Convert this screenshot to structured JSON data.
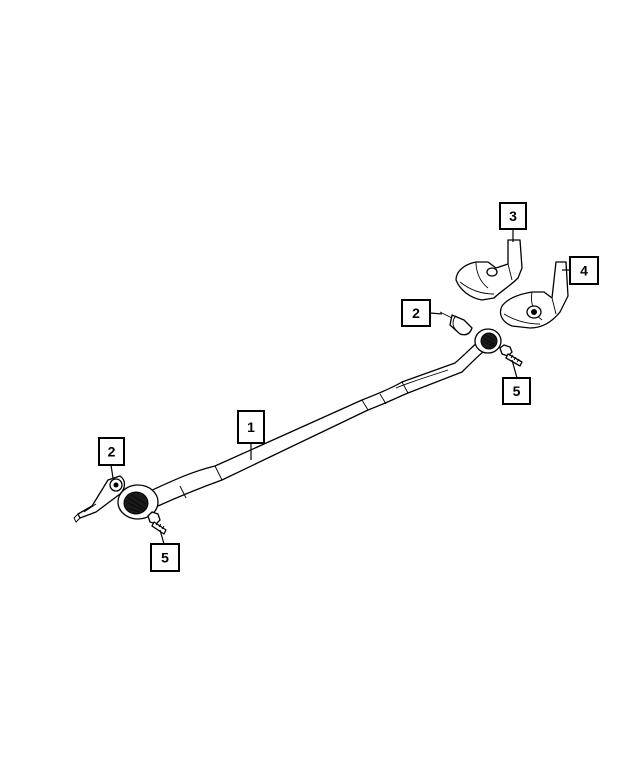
{
  "callouts": {
    "c1": "1",
    "c2_left": "2",
    "c2_right": "2",
    "c3": "3",
    "c4": "4",
    "c5_left": "5",
    "c5_right": "5"
  }
}
